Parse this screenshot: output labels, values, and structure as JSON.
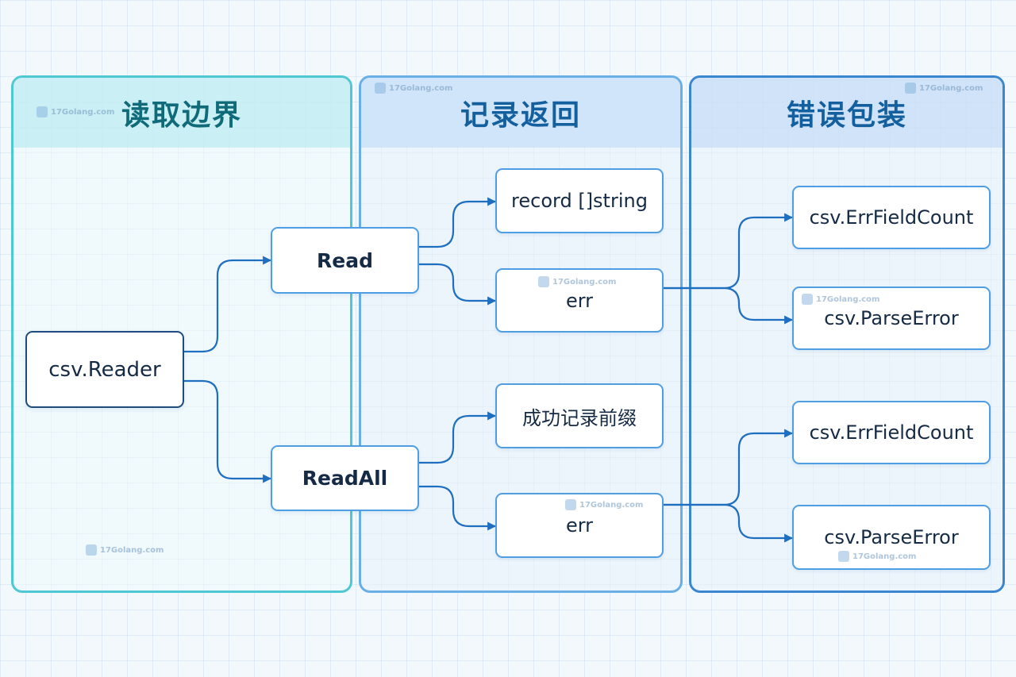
{
  "panels": {
    "read": {
      "title": "读取边界"
    },
    "return": {
      "title": "记录返回"
    },
    "error": {
      "title": "错误包装"
    }
  },
  "nodes": {
    "reader": "csv.Reader",
    "read": "Read",
    "readall": "ReadAll",
    "record": "record []string",
    "err1": "err",
    "prefix": "成功记录前缀",
    "err2": "err",
    "errfield1": "csv.ErrFieldCount",
    "parse1": "csv.ParseError",
    "errfield2": "csv.ErrFieldCount",
    "parse2": "csv.ParseError"
  },
  "watermark": "17Golang.com",
  "colors": {
    "arrow": "#1f6fc0",
    "read_border": "#4fc8d4",
    "return_border": "#6aaee6",
    "error_border": "#3b86d0"
  },
  "edges": [
    [
      "csv.Reader",
      "Read"
    ],
    [
      "csv.Reader",
      "ReadAll"
    ],
    [
      "Read",
      "record []string"
    ],
    [
      "Read",
      "err"
    ],
    [
      "ReadAll",
      "成功记录前缀"
    ],
    [
      "ReadAll",
      "err"
    ],
    [
      "err",
      "csv.ErrFieldCount"
    ],
    [
      "err",
      "csv.ParseError"
    ]
  ]
}
